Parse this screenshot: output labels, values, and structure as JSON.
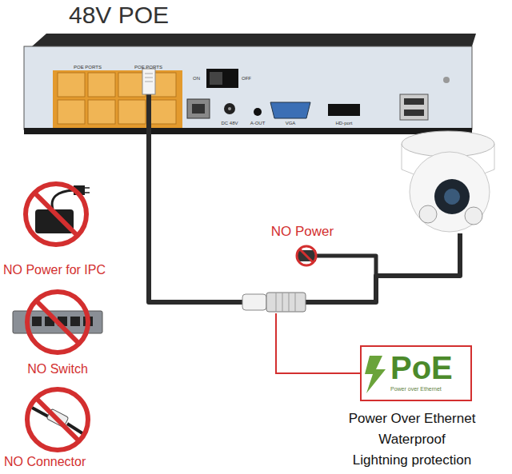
{
  "diagram": {
    "title": "48V POE",
    "nodes": [
      {
        "text": [
          "PoE",
          "Power over Ethernet"
        ]
      }
    ],
    "labels": [
      "POE PORTS",
      "POE PORTS",
      "ON",
      "OFF",
      "DC 48V",
      "A-OUT",
      "VGA",
      "HD-port",
      "NO Power",
      "NO Power for IPC",
      "NO Switch",
      "NO Connector",
      "Power Over Ethernet",
      "Waterproof",
      "Lightning protection"
    ]
  }
}
